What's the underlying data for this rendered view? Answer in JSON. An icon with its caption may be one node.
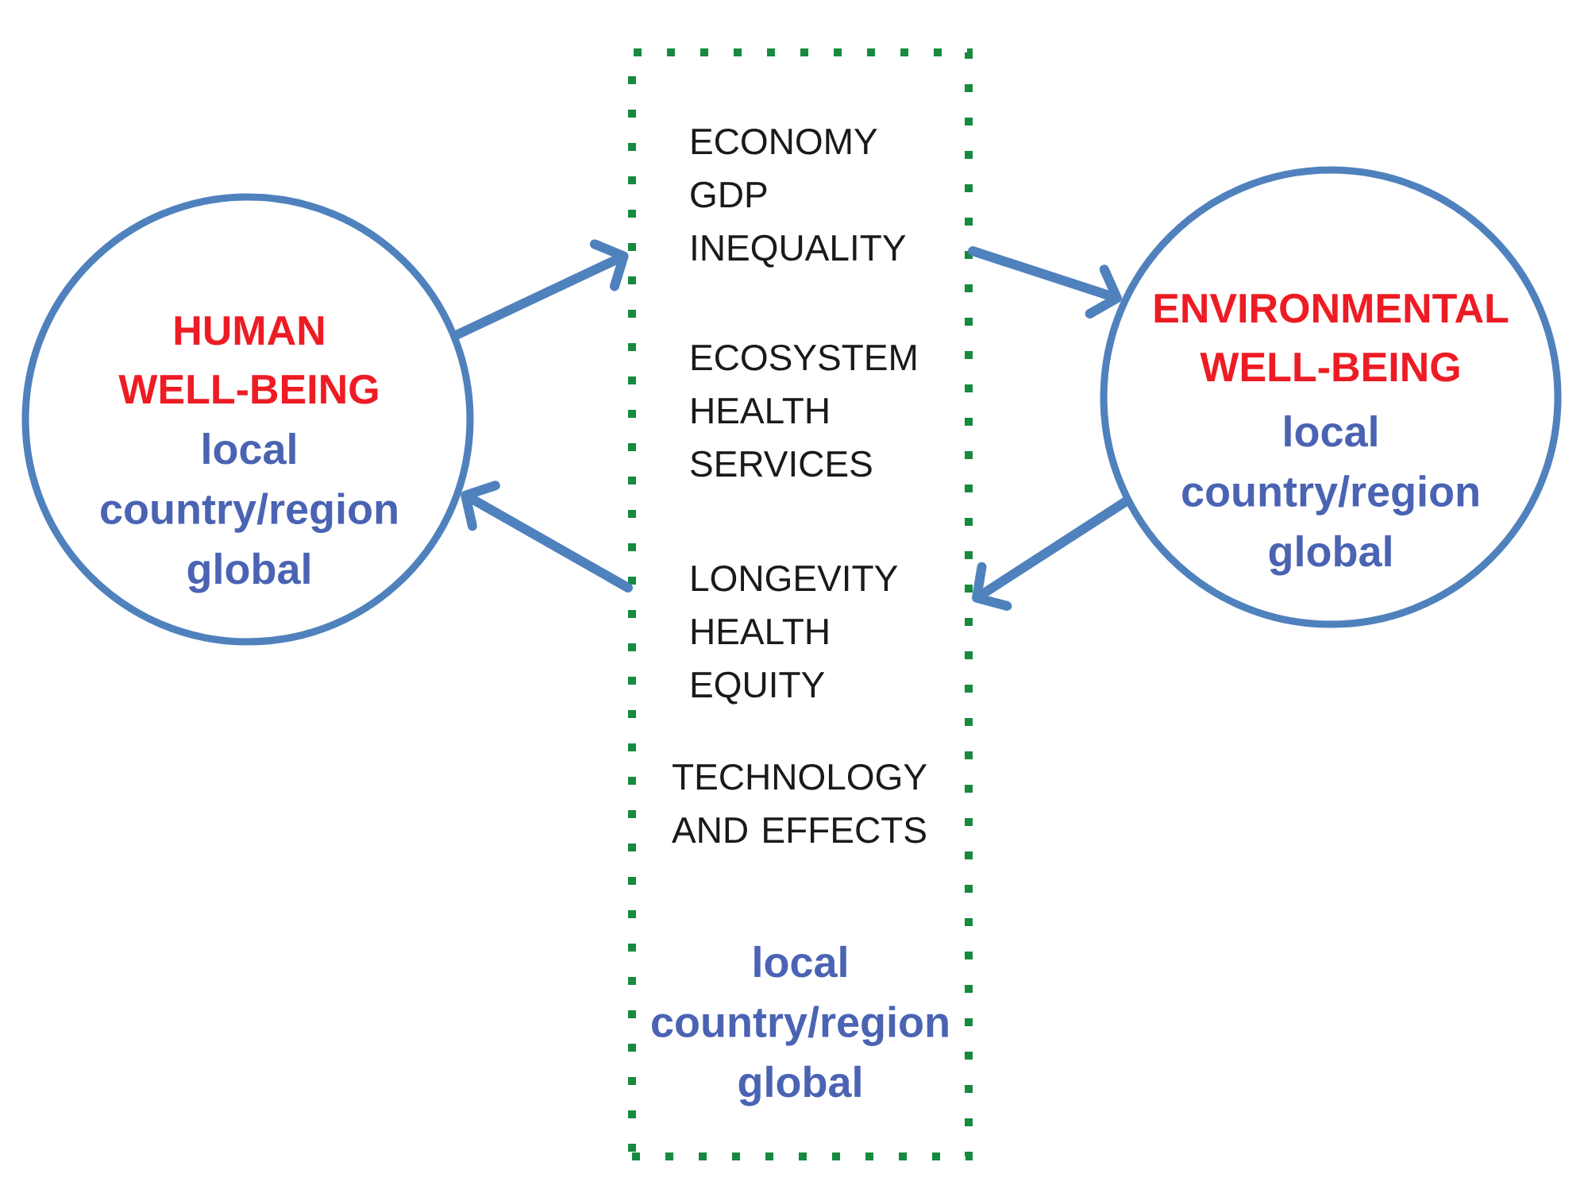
{
  "diagram": {
    "nodes": [
      {
        "text": [
          "HUMAN WELL-BEING",
          "local country/region global"
        ]
      },
      {
        "text": [
          "ECONOMY GDP INEQUALITY",
          "ECOSYSTEM HEALTH SERVICES",
          "LONGEVITY HEALTH EQUITY",
          "TECHNOLOGY AND EFFECTS",
          "local country/region global"
        ]
      },
      {
        "text": [
          "ENVIRONMENTAL WELL-BEING",
          "local country/region global"
        ]
      }
    ],
    "edges": [
      {
        "from": 0,
        "to": 1,
        "arrow": "to"
      },
      {
        "from": 1,
        "to": 2,
        "arrow": "to"
      },
      {
        "from": 2,
        "to": 1,
        "arrow": "to"
      },
      {
        "from": 1,
        "to": 0,
        "arrow": "to"
      }
    ]
  }
}
